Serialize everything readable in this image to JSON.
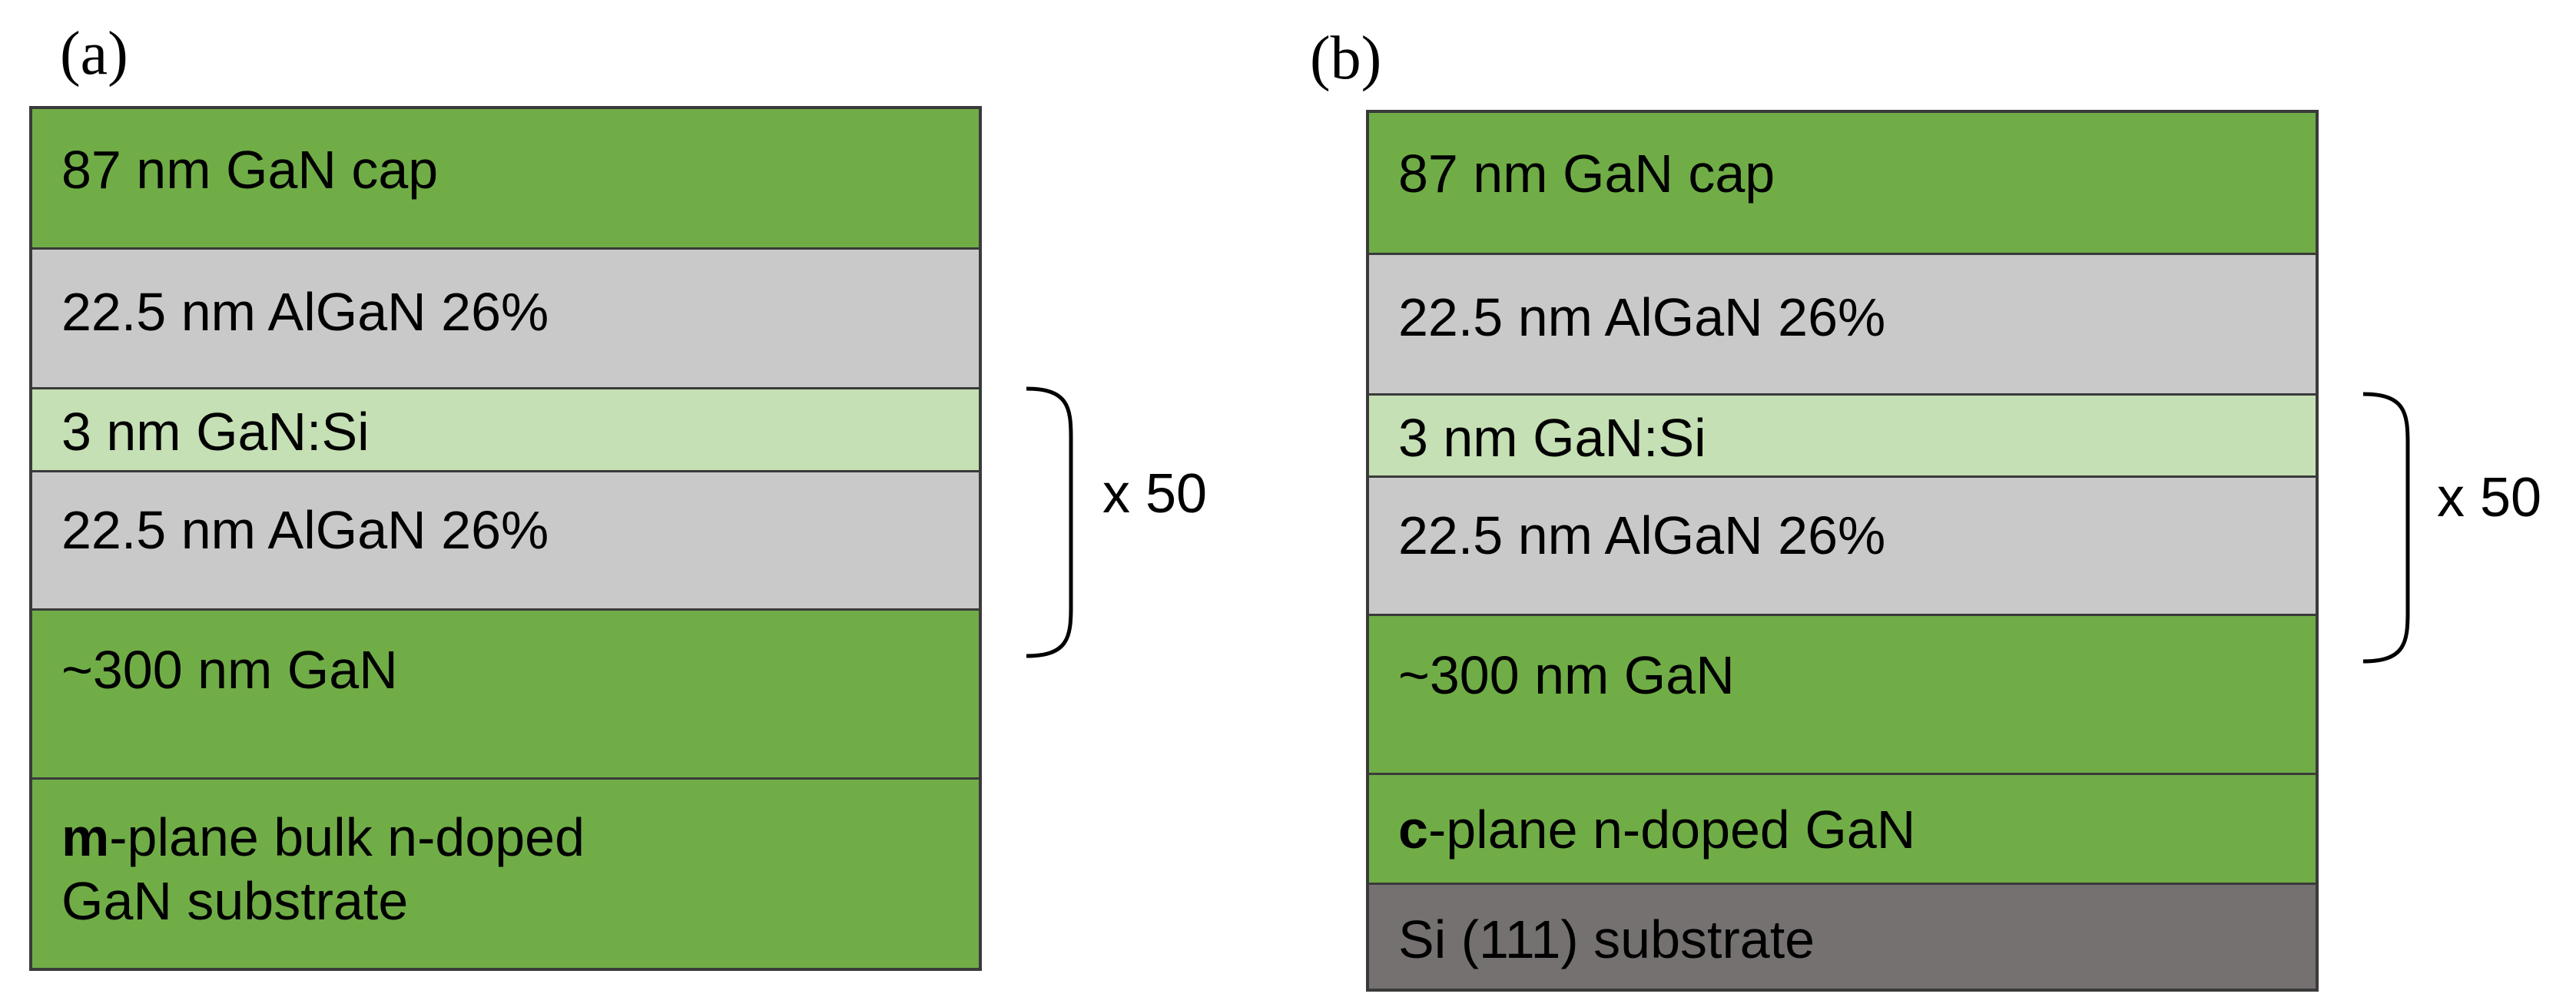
{
  "colors": {
    "gan": "#70ad47",
    "algan": "#c9c9c9",
    "gan_si": "#c5e0b4",
    "si_substrate": "#757171",
    "border": "#3a3a3a"
  },
  "panel_a": {
    "label": "(a)",
    "layers": {
      "cap": "87 nm GaN cap",
      "algan_top": "22.5 nm AlGaN 26%",
      "gan_si": "3 nm GaN:Si",
      "algan_repeat": "22.5 nm AlGaN 26%",
      "gan_buffer": "~300 nm GaN",
      "substrate_bold": "m",
      "substrate_line1_rest": "-plane bulk n-doped",
      "substrate_line2": "GaN substrate"
    },
    "repeat": "x 50"
  },
  "panel_b": {
    "label": "(b)",
    "layers": {
      "cap": "87 nm GaN cap",
      "algan_top": "22.5 nm AlGaN 26%",
      "gan_si": "3 nm GaN:Si",
      "algan_repeat": "22.5 nm AlGaN 26%",
      "gan_buffer": "~300 nm GaN",
      "template_bold": "c",
      "template_rest": "-plane n-doped GaN",
      "substrate": "Si (111) substrate"
    },
    "repeat": "x 50"
  }
}
